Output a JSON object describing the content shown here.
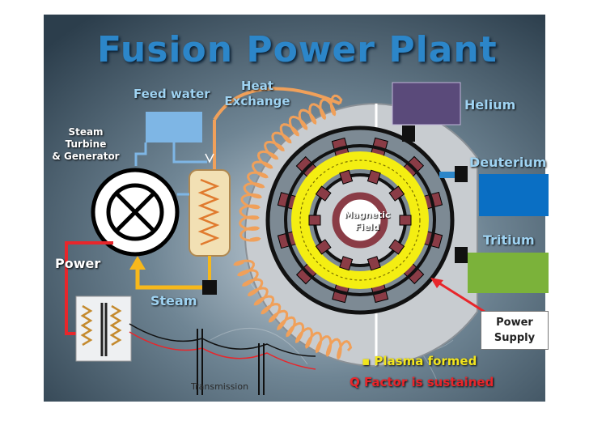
{
  "diagram": {
    "title": "Fusion Power Plant",
    "labels": {
      "feed_water": "Feed water",
      "heat_exchange_line1": "Heat",
      "heat_exchange_line2": "Exchange",
      "steam_turbine_line1": "Steam",
      "steam_turbine_line2": "Turbine",
      "steam_turbine_line3": "& Generator",
      "helium": "Helium",
      "deuterium": "Deuterium",
      "tritium": "Tritium",
      "power": "Power",
      "steam": "Steam",
      "magnetic_field_line1": "Magnetic",
      "magnetic_field_line2": "Field",
      "power_supply_line1": "Power",
      "power_supply_line2": "Supply",
      "plasma_formed": "Plasma formed",
      "q_factor": "Q Factor is sustained",
      "transmission": "Transmission"
    },
    "colors": {
      "title": "#2c86c9",
      "helium_tank": "#5a4a7a",
      "deuterium_tank": "#0a6fc4",
      "tritium_tank": "#7bb23a",
      "feed_water_tank": "#7eb6e5",
      "coil": "#f0a05a",
      "magnet_block": "#8a3c46",
      "plasma_ring": "#f4ee12",
      "power_line": "#e8262b",
      "steam_arrow": "#f7b81b"
    },
    "icons": [
      "generator-cross-icon",
      "transformer-icon",
      "power-supply-arrow-icon"
    ]
  }
}
